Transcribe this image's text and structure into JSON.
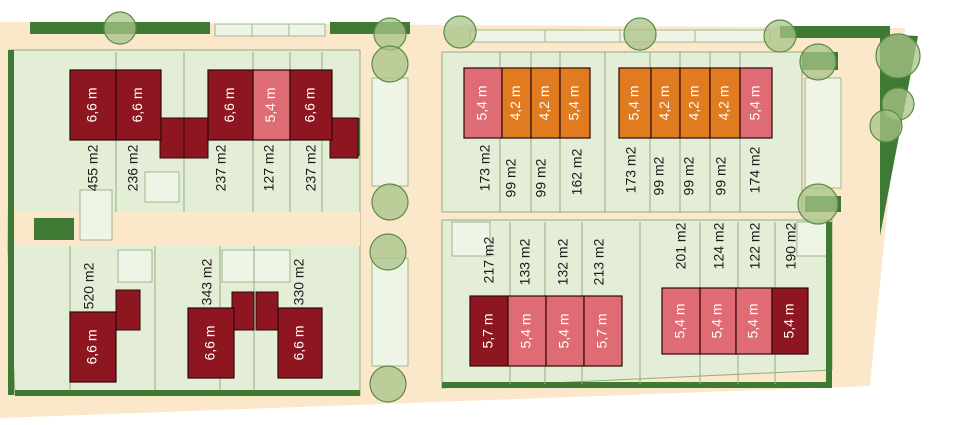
{
  "colors": {
    "background": "#ffffff",
    "path": "#fbe7c9",
    "lot": "#e4edd6",
    "lot_border": "#93ad80",
    "hedge": "#3f7a35",
    "tree": "#a8c488",
    "tree_stroke": "#5c8b45",
    "house_dark": "#8e1620",
    "house_pink": "#df6b74",
    "house_orange": "#e07b1f",
    "parking": "#eef4e6",
    "label": "#1a1a1a"
  },
  "legend_categories": {
    "house_dark": "6,6 m",
    "house_pink": "5,4 m",
    "house_orange": "4,2 m"
  },
  "blocks": [
    {
      "id": "north-west",
      "houses": [
        {
          "width": "6,6 m",
          "kind": "dark"
        },
        {
          "width": "6,6 m",
          "kind": "dark"
        },
        {
          "width": "6,6 m",
          "kind": "dark"
        },
        {
          "width": "5,4 m",
          "kind": "pink"
        },
        {
          "width": "6,6 m",
          "kind": "dark"
        }
      ],
      "areas": [
        "455 m2",
        "236 m2",
        "237 m2",
        "127 m2",
        "237 m2"
      ]
    },
    {
      "id": "south-west",
      "houses": [
        {
          "width": "6,6 m",
          "kind": "dark"
        },
        {
          "width": "6,6 m",
          "kind": "dark"
        },
        {
          "width": "6,6 m",
          "kind": "dark"
        }
      ],
      "areas": [
        "520 m2",
        "343 m2",
        "330 m2"
      ]
    },
    {
      "id": "north-east",
      "houses": [
        {
          "width": "5,4 m",
          "kind": "pink"
        },
        {
          "width": "4,2 m",
          "kind": "orange"
        },
        {
          "width": "4,2 m",
          "kind": "orange"
        },
        {
          "width": "5,4 m",
          "kind": "orange"
        },
        {
          "width": "5,4 m",
          "kind": "orange"
        },
        {
          "width": "4,2 m",
          "kind": "orange"
        },
        {
          "width": "4,2 m",
          "kind": "orange"
        },
        {
          "width": "4,2 m",
          "kind": "orange"
        },
        {
          "width": "5,4 m",
          "kind": "pink"
        }
      ],
      "areas": [
        "173 m2",
        "99 m2",
        "99 m2",
        "162 m2",
        "173 m2",
        "99 m2",
        "99 m2",
        "99 m2",
        "174 m2"
      ]
    },
    {
      "id": "south-east",
      "houses": [
        {
          "width": "5,7 m",
          "kind": "dark"
        },
        {
          "width": "5,4 m",
          "kind": "pink"
        },
        {
          "width": "5,4 m",
          "kind": "pink"
        },
        {
          "width": "5,7 m",
          "kind": "pink"
        },
        {
          "width": "5,4 m",
          "kind": "pink"
        },
        {
          "width": "5,4 m",
          "kind": "pink"
        },
        {
          "width": "5,4 m",
          "kind": "pink"
        },
        {
          "width": "5,4 m",
          "kind": "dark"
        }
      ],
      "areas": [
        "217 m2",
        "133 m2",
        "132 m2",
        "213 m2",
        "201 m2",
        "124 m2",
        "122 m2",
        "190 m2"
      ]
    }
  ]
}
